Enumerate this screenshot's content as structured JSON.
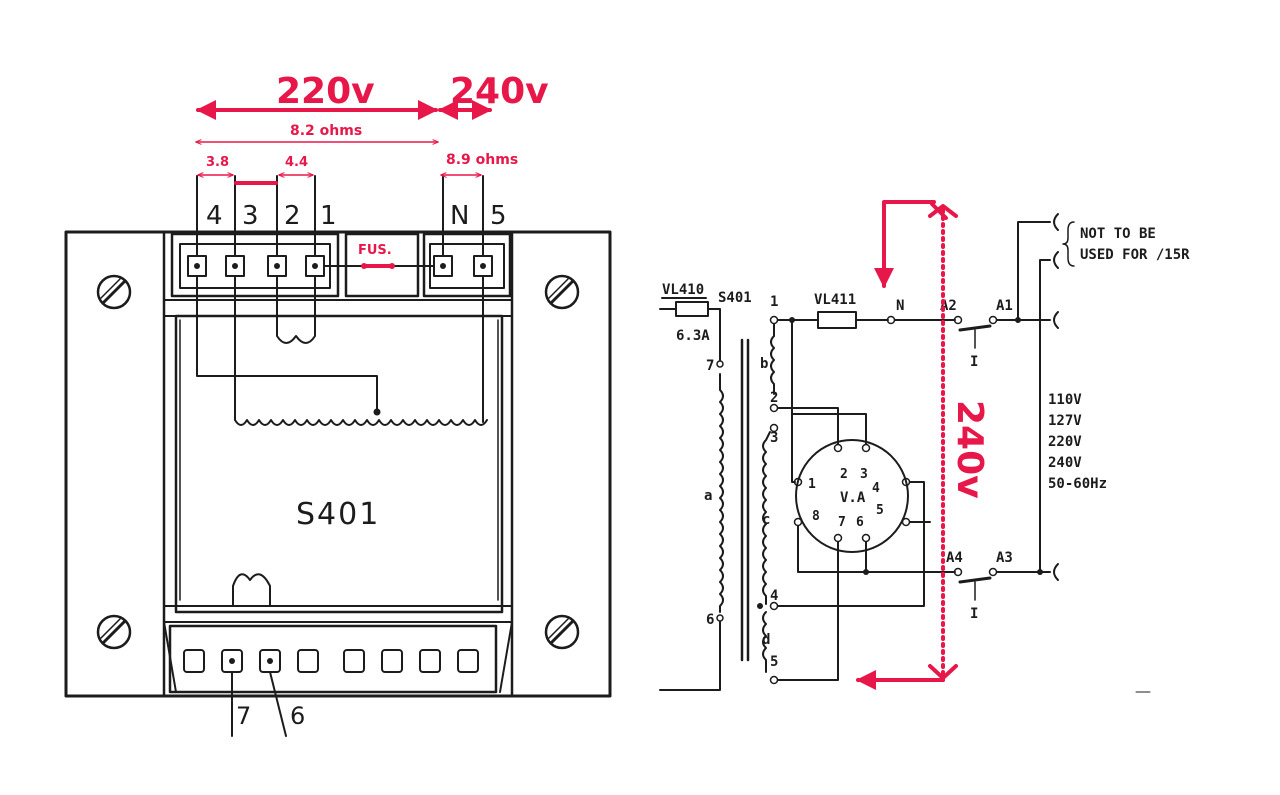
{
  "colors": {
    "ink": "#1c1c1c",
    "annotation": "#e8174a",
    "background": "#ffffff"
  },
  "left": {
    "annot": {
      "v220": "220v",
      "v240": "240v",
      "ohms82": "8.2 ohms",
      "r38": "3.8",
      "r44": "4.4",
      "ohms89": "8.9 ohms",
      "fuse": "FUS."
    },
    "terminals_top": [
      "4",
      "3",
      "2",
      "1",
      "N",
      "5"
    ],
    "terminals_bottom": [
      "7",
      "6"
    ],
    "label": "S401"
  },
  "right": {
    "vl410": "VL410",
    "fuse_rating": "6.3A",
    "s401": "S401",
    "vl411": "VL411",
    "node_1": "1",
    "node_n": "N",
    "a2": "A2",
    "a1": "A1",
    "a3": "A3",
    "a4": "A4",
    "note1": "NOT TO BE",
    "note2": "USED FOR /15R",
    "voltages": [
      "110V",
      "127V",
      "220V",
      "240V",
      "50-60Hz"
    ],
    "winding_b": "b",
    "winding_a": "a",
    "winding_c": "c",
    "winding_d": "d",
    "tap_7": "7",
    "tap_2": "2",
    "tap_3": "3",
    "tap_6": "6",
    "tap_4": "4",
    "tap_5": "5",
    "pins": [
      "1",
      "2",
      "3",
      "4",
      "5",
      "6",
      "7",
      "8"
    ],
    "va": "V.A",
    "switch_mark": "I",
    "annot_240": "240v"
  }
}
